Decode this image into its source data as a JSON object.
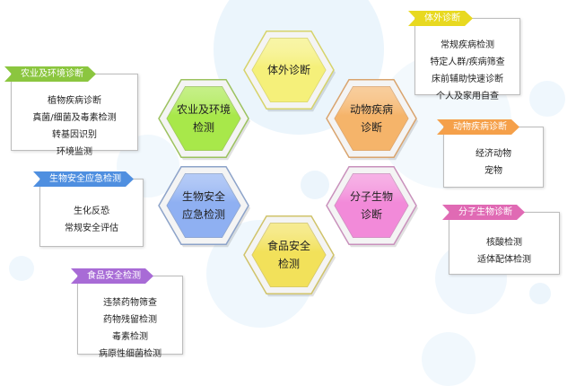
{
  "hexagons": {
    "ivd": {
      "label": "体外诊断",
      "fill": "#f5f07a",
      "rim": "#d6d36a"
    },
    "agriculture": {
      "label": "农业及环境\n检测",
      "fill": "#a8e84a",
      "rim": "#9cc25f"
    },
    "animal": {
      "label": "动物疾病\n诊断",
      "fill": "#f5b46a",
      "rim": "#d9a46e"
    },
    "biosafety": {
      "label": "生物安全\n应急检测",
      "fill": "#8fb0f2",
      "rim": "#8da3c9"
    },
    "molecular": {
      "label": "分子生物\n诊断",
      "fill": "#f28ad9",
      "rim": "#c991bc"
    },
    "food": {
      "label": "食品安全\n检测",
      "fill": "#f2e15a",
      "rim": "#d0c36a"
    }
  },
  "boxes": {
    "ivd": {
      "title": "体外诊断",
      "color": "#e8d920",
      "items": [
        "常规疾病检测",
        "特定人群/疾病筛查",
        "床前辅助快速诊断",
        "个人及家用自查"
      ]
    },
    "agriculture": {
      "title": "农业及环境诊断",
      "color": "#8bc63f",
      "items": [
        "植物疾病诊断",
        "真菌/细菌及毒素检测",
        "转基因识别",
        "环境监测"
      ]
    },
    "animal": {
      "title": "动物疾病诊断",
      "color": "#f5a04a",
      "items": [
        "经济动物",
        "宠物"
      ]
    },
    "biosafety": {
      "title": "生物安全应急检测",
      "color": "#4f8fe0",
      "items": [
        "生化反恐",
        "常规安全评估"
      ]
    },
    "molecular": {
      "title": "分子生物诊断",
      "color": "#e06ab4",
      "items": [
        "核酸检测",
        "适体配体检测"
      ]
    },
    "food": {
      "title": "食品安全检测",
      "color": "#a86bd6",
      "items": [
        "违禁药物筛查",
        "药物残留检测",
        "毒素检测",
        "病原性细菌检测"
      ]
    }
  }
}
